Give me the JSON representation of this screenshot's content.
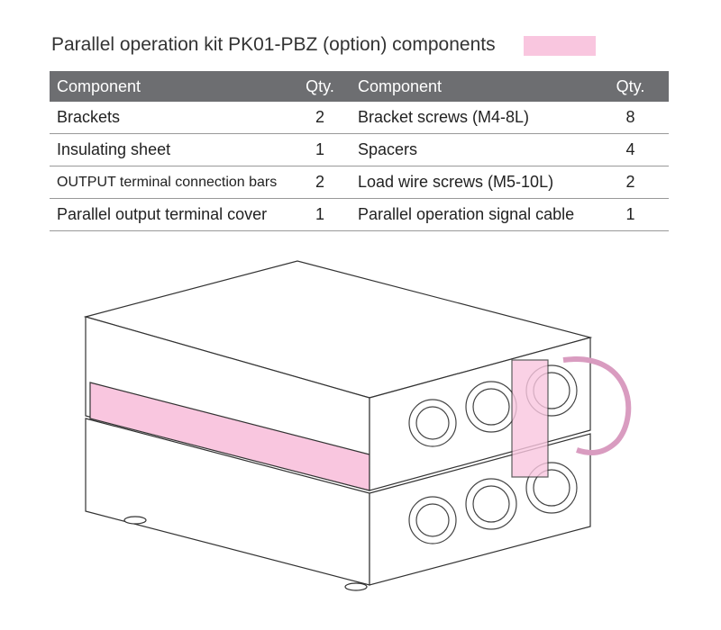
{
  "title": "Parallel operation kit PK01-PBZ (option) components",
  "legend_color": "#f9c6df",
  "header": {
    "component": "Component",
    "qty": "Qty."
  },
  "rows": [
    {
      "c1": "Brackets",
      "q1": "2",
      "c2": "Bracket screws (M4-8L)",
      "q2": "8"
    },
    {
      "c1": "Insulating sheet",
      "q1": "1",
      "c2": "Spacers",
      "q2": "4"
    },
    {
      "c1": "OUTPUT terminal connection bars",
      "q1": "2",
      "c2": "Load wire screws (M5-10L)",
      "q2": "2"
    },
    {
      "c1": "Parallel output terminal cover",
      "q1": "1",
      "c2": "Parallel operation signal cable",
      "q2": "1"
    }
  ]
}
